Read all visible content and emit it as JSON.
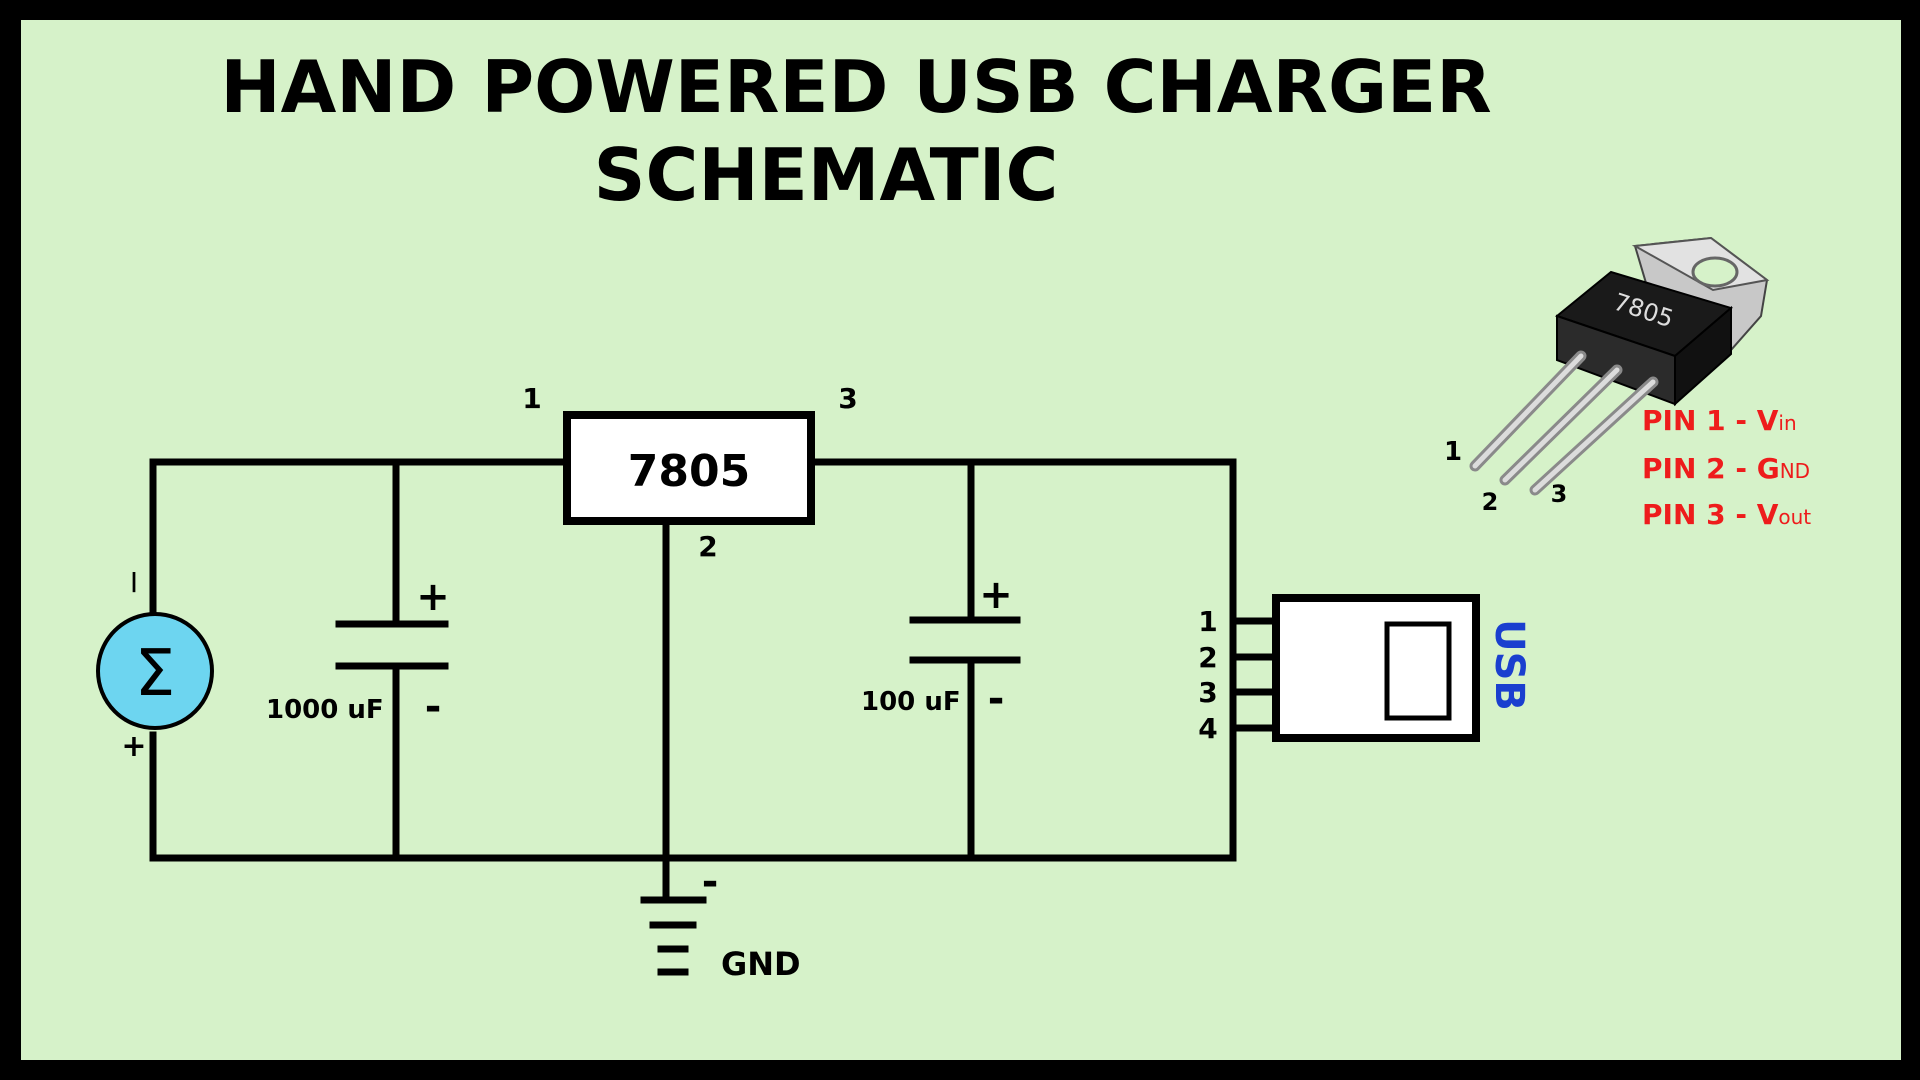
{
  "title": {
    "line1": "HAND POWERED USB CHARGER",
    "line2": "SCHEMATIC"
  },
  "regulator": {
    "label": "7805",
    "pin1": "1",
    "pin2": "2",
    "pin3": "3"
  },
  "generator": {
    "symbol": "Σ",
    "top_sign": "I",
    "bottom_sign": "+",
    "icon": "generator-icon"
  },
  "capacitor_in": {
    "label": "1000 uF",
    "plus": "+",
    "minus": "-"
  },
  "capacitor_out": {
    "label": "100 uF",
    "plus": "+",
    "minus": "-"
  },
  "ground": {
    "label": "GND",
    "minus": "-",
    "icon": "ground-icon"
  },
  "usb": {
    "label": "USB",
    "pins": [
      "1",
      "2",
      "3",
      "4"
    ],
    "label_color": "#1a3fcf",
    "icon": "usb-port-icon"
  },
  "chip": {
    "marking": "7805",
    "pins": [
      "1",
      "2",
      "3"
    ],
    "icon": "to220-package-icon"
  },
  "pinout": [
    {
      "text": "PIN 1 - V",
      "sub": "in"
    },
    {
      "text": "PIN 2 - G",
      "sub": "ND"
    },
    {
      "text": "PIN 3 - V",
      "sub": "out"
    }
  ],
  "colors": {
    "background": "#d6f2c9",
    "border": "#000000",
    "pinout_text": "#ee1c1c",
    "generator_fill": "#6dd5f0"
  }
}
